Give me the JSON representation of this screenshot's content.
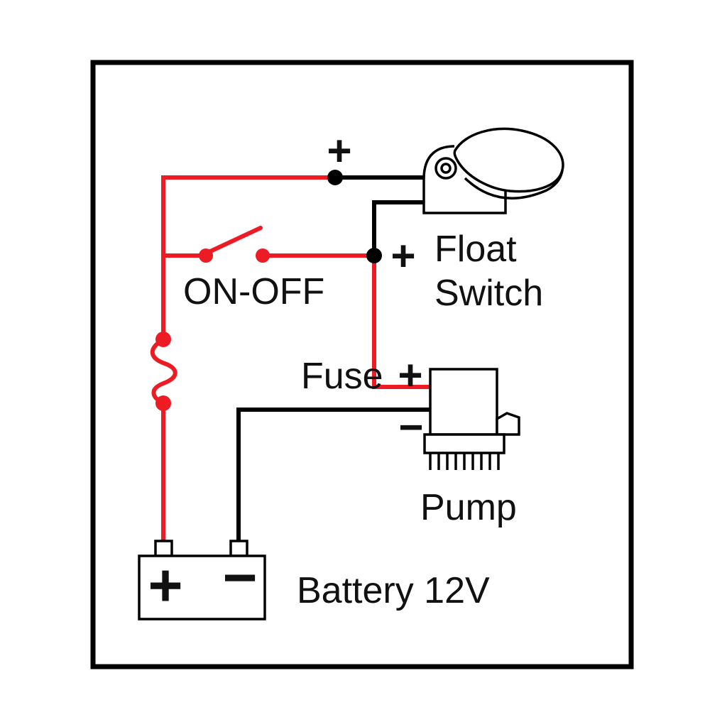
{
  "diagram": {
    "type": "wiring-diagram",
    "subject": "12V bilge pump wiring with float switch, ON-OFF switch and fuse",
    "colors": {
      "positive_wire": "#ed1c24",
      "negative_wire": "#000000",
      "background": "#ffffff"
    },
    "components": {
      "float_switch": {
        "label_line1": "Float",
        "label_line2": "Switch",
        "positive_terminal": "+"
      },
      "on_off_switch": {
        "label": "ON-OFF"
      },
      "junction": {
        "positive_terminal": "+"
      },
      "fuse": {
        "label": "Fuse"
      },
      "pump": {
        "label": "Pump",
        "positive_terminal": "+",
        "negative_terminal": "−"
      },
      "battery": {
        "label": "Battery 12V",
        "positive_terminal": "+",
        "negative_terminal": "−"
      }
    }
  }
}
